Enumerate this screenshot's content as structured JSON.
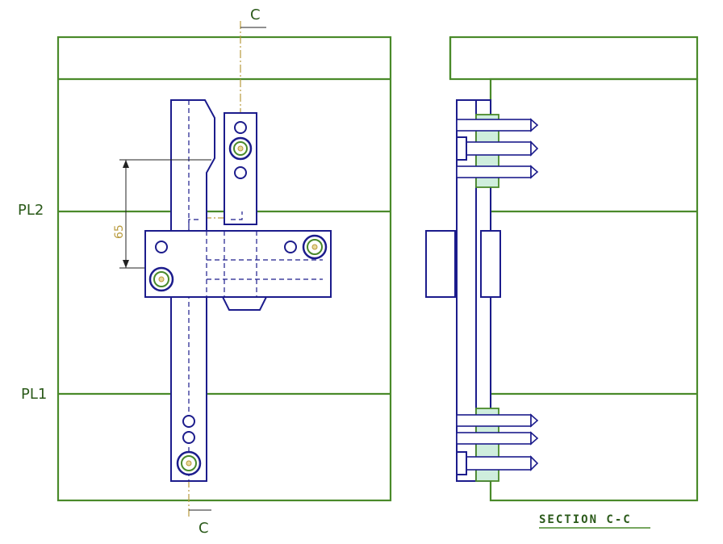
{
  "labels": {
    "parting_line_2": "PL2",
    "parting_line_1": "PL1",
    "section_mark_top": "C",
    "section_mark_bottom": "C",
    "dimension": "65",
    "section_title": "SECTION C-C"
  },
  "colors": {
    "plate_outline": "#4a8a2a",
    "part_outline": "#1c1c8c",
    "centerline": "#b89a3c",
    "pin_fill": "#cfeedd"
  }
}
